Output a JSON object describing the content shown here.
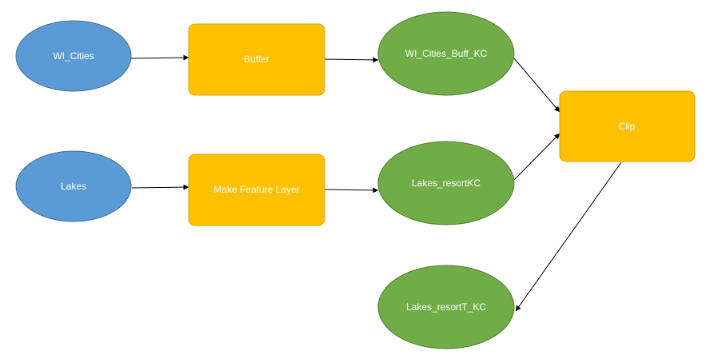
{
  "colors": {
    "data_input": "#5b9bd5",
    "data_input_stroke": "#41719c",
    "tool": "#ffc000",
    "tool_stroke": "#d9a300",
    "data_output": "#70ad47",
    "data_output_stroke": "#507e32",
    "edge": "#000000"
  },
  "nodes": {
    "wi_cities": {
      "label": "WI_Cities",
      "kind": "data_input"
    },
    "lakes": {
      "label": "Lakes",
      "kind": "data_input"
    },
    "buffer": {
      "label": "Buffer",
      "kind": "tool"
    },
    "make_feature_layer": {
      "label": "Make Feature Layer",
      "kind": "tool"
    },
    "wi_cities_buff_kc": {
      "label": "WI_Cities_Buff_KC",
      "kind": "data_output"
    },
    "lakes_resortkc": {
      "label": "Lakes_resortKC",
      "kind": "data_output"
    },
    "clip": {
      "label": "Clip",
      "kind": "tool"
    },
    "lakes_resortt_kc": {
      "label": "Lakes_resortT_KC",
      "kind": "data_output"
    }
  },
  "edges": [
    {
      "from": "wi_cities",
      "to": "buffer"
    },
    {
      "from": "buffer",
      "to": "wi_cities_buff_kc"
    },
    {
      "from": "lakes",
      "to": "make_feature_layer"
    },
    {
      "from": "make_feature_layer",
      "to": "lakes_resortkc"
    },
    {
      "from": "wi_cities_buff_kc",
      "to": "clip"
    },
    {
      "from": "lakes_resortkc",
      "to": "clip"
    },
    {
      "from": "clip",
      "to": "lakes_resortt_kc"
    }
  ]
}
